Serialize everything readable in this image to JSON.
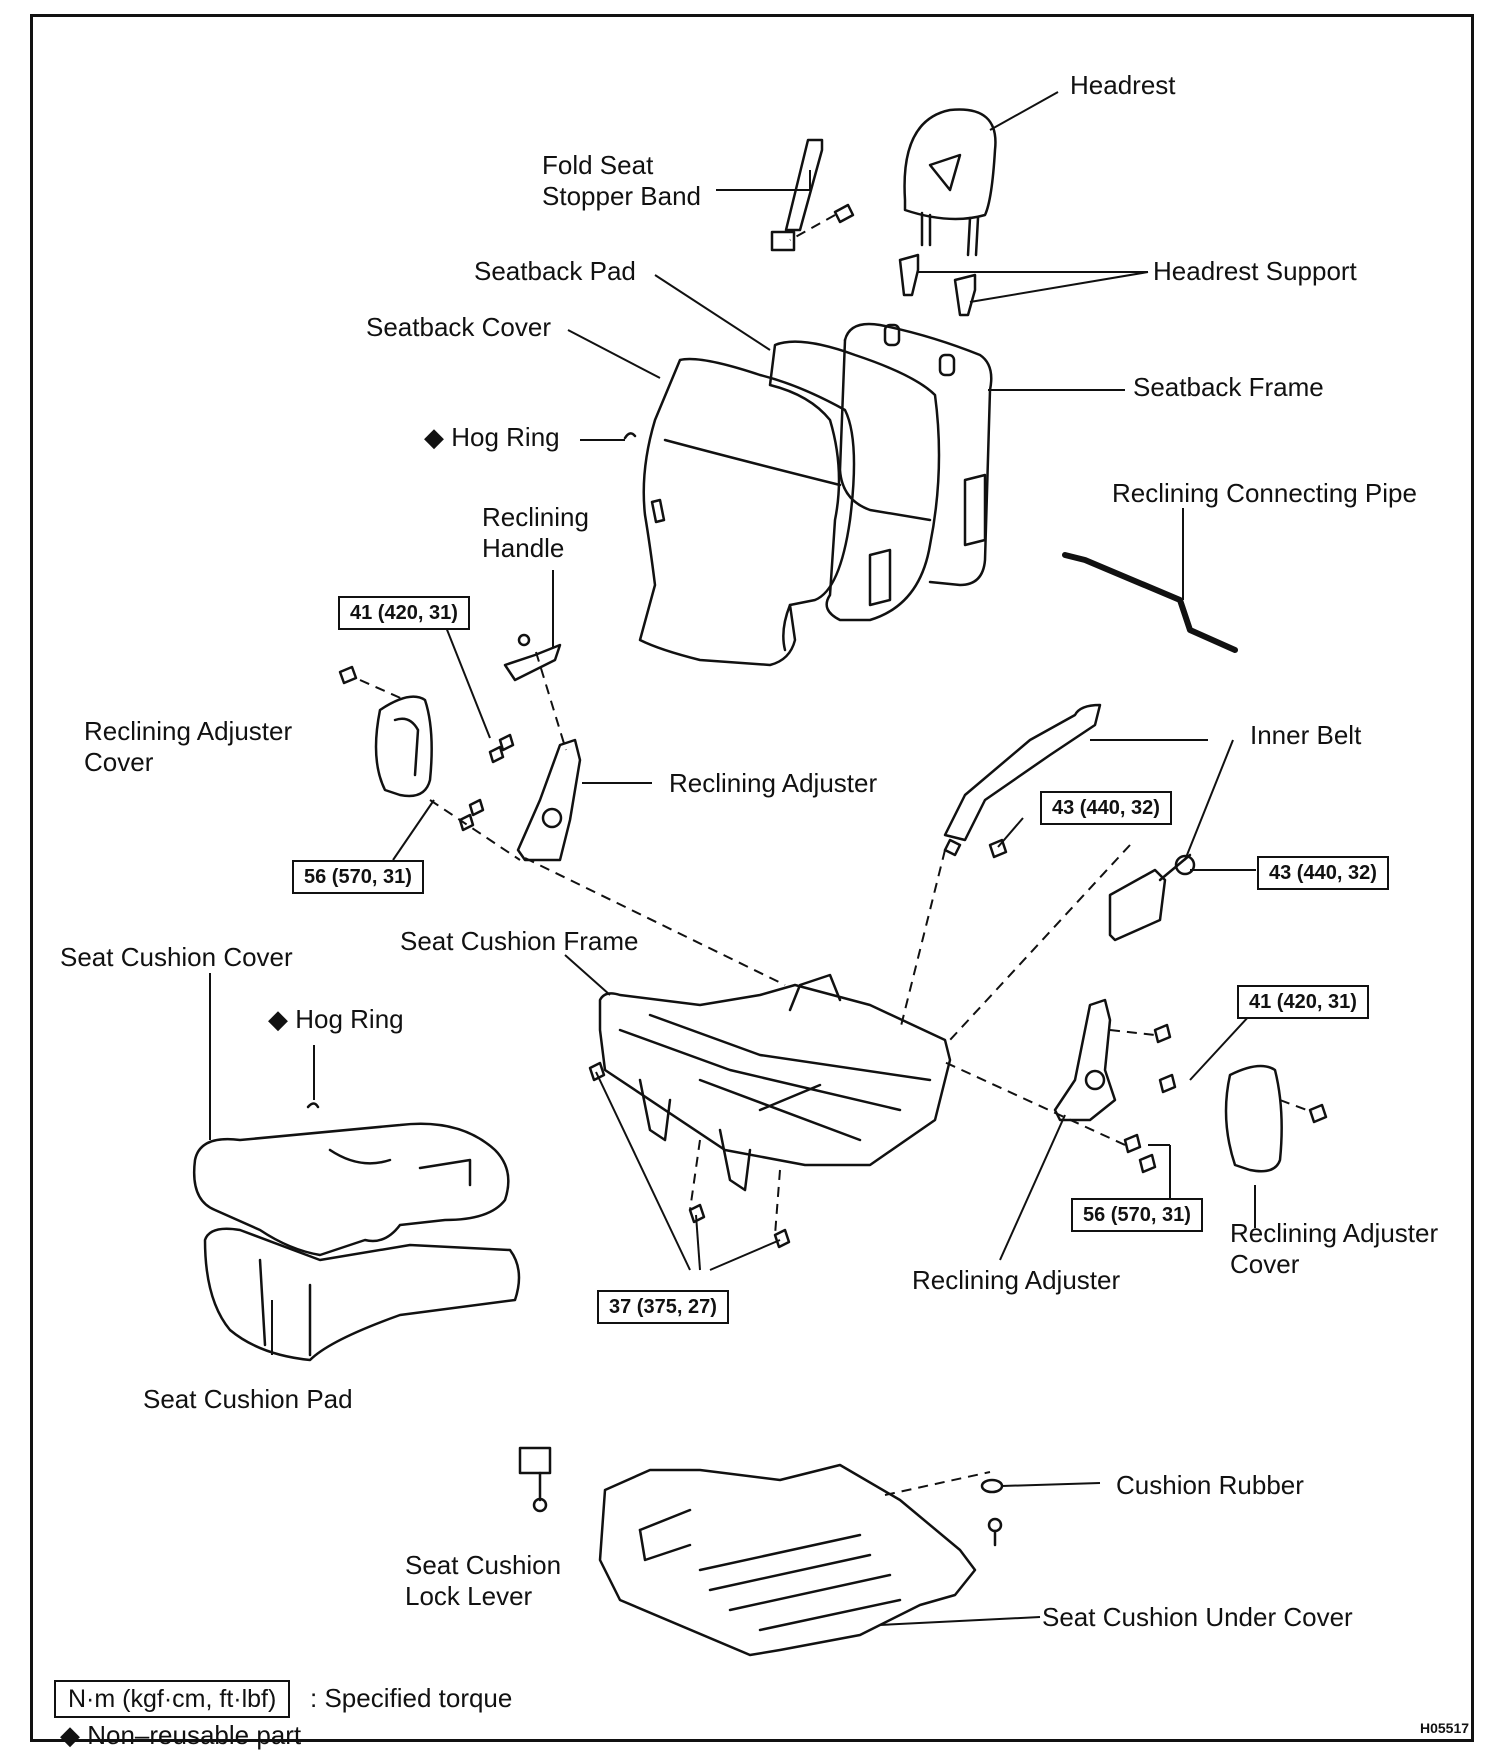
{
  "diagram": {
    "labels": {
      "headrest": "Headrest",
      "fold_seat_stopper_band": "Fold Seat\nStopper Band",
      "seatback_pad": "Seatback Pad",
      "headrest_support": "Headrest Support",
      "seatback_cover": "Seatback Cover",
      "seatback_frame": "Seatback Frame",
      "hog_ring_top": "◆ Hog Ring",
      "reclining_connecting_pipe": "Reclining Connecting Pipe",
      "reclining_handle": "Reclining\nHandle",
      "inner_belt": "Inner Belt",
      "reclining_adjuster_cover_left": "Reclining Adjuster\nCover",
      "reclining_adjuster_top": "Reclining Adjuster",
      "seat_cushion_frame": "Seat Cushion Frame",
      "seat_cushion_cover": "Seat Cushion Cover",
      "hog_ring_bottom": "◆ Hog Ring",
      "reclining_adjuster_cover_right": "Reclining Adjuster\nCover",
      "reclining_adjuster_bottom": "Reclining Adjuster",
      "seat_cushion_pad": "Seat Cushion Pad",
      "cushion_rubber": "Cushion Rubber",
      "seat_cushion_lock_lever": "Seat Cushion\nLock Lever",
      "seat_cushion_under_cover": "Seat Cushion Under Cover"
    },
    "torques": {
      "t1": "41 (420, 31)",
      "t2": "56 (570, 31)",
      "t3": "43 (440, 32)",
      "t4": "43 (440, 32)",
      "t5": "41 (420, 31)",
      "t6": "56 (570, 31)",
      "t7": "37 (375, 27)"
    },
    "legend": {
      "unit_box": "N·m (kgf·cm, ft·lbf)",
      "unit_text": ": Specified torque",
      "nonreusable": "◆ Non–reusable part"
    },
    "figure_id": "H05517"
  }
}
